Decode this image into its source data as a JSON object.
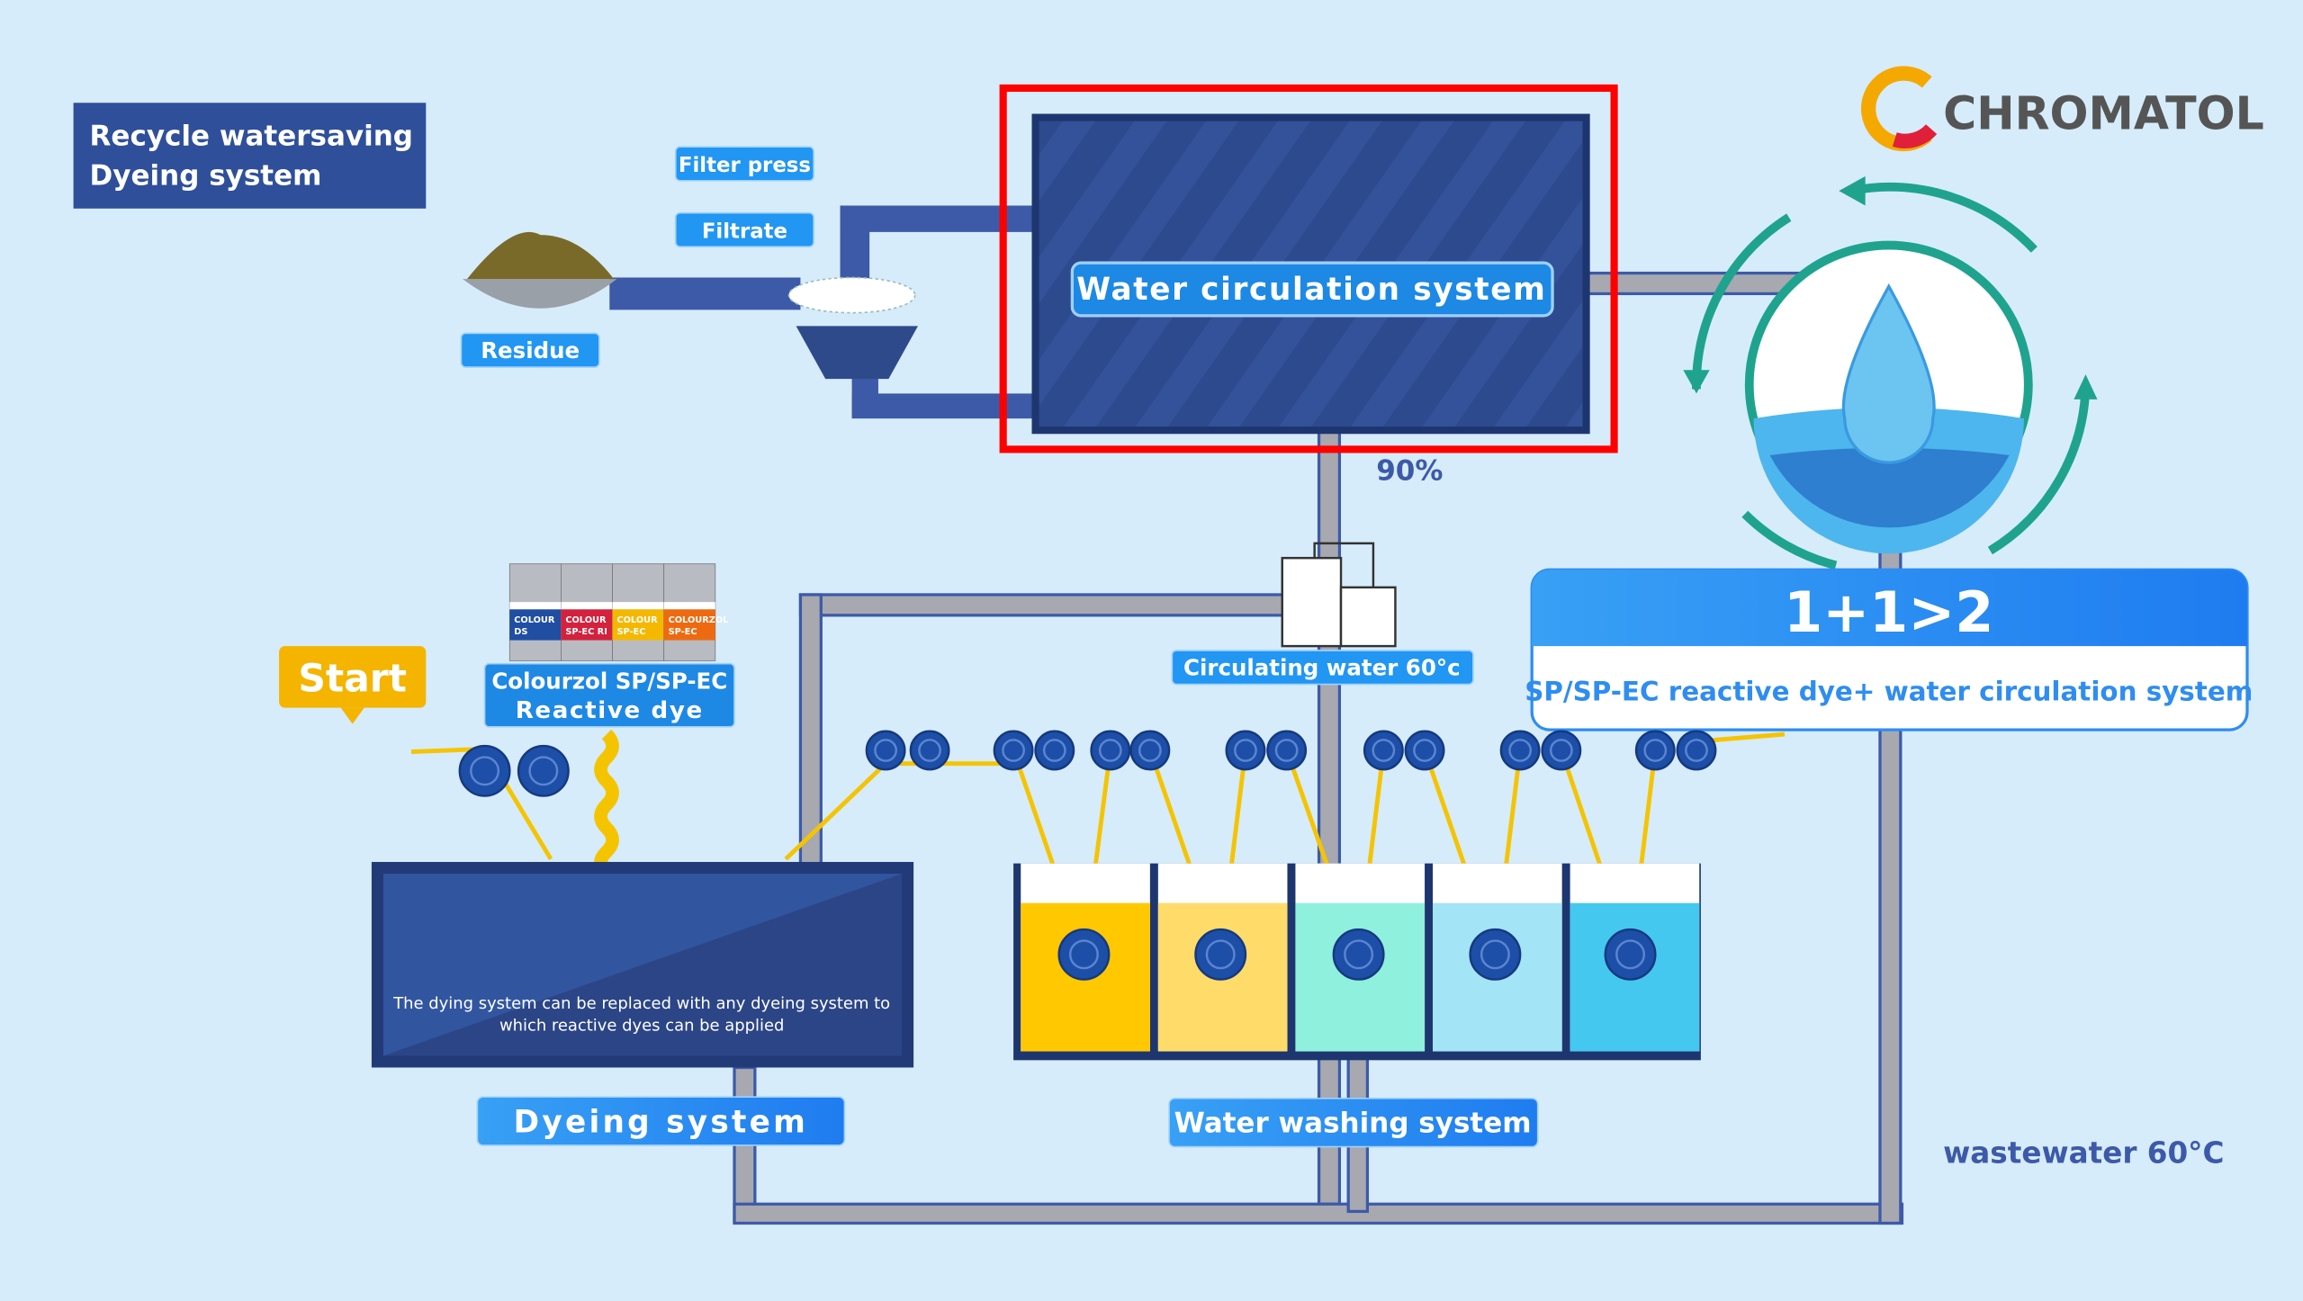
{
  "title": {
    "line1": "Recycle watersaving",
    "line2": "Dyeing system"
  },
  "logo": {
    "text": "CHROMATOL"
  },
  "labels": {
    "filter_press": "Filter press",
    "filtrate": "Filtrate",
    "residue": "Residue",
    "water_circulation": "Water circulation system",
    "percent": "90%",
    "circulating_water": "Circulating water 60°c",
    "start": "Start",
    "dye_line1": "Colourzol SP/SP-EC",
    "dye_line2": "Reactive dye",
    "dyeing_note_line1": "The dying system can be replaced with any dyeing system to",
    "dyeing_note_line2": "which reactive dyes can be applied",
    "dyeing_system": "Dyeing system",
    "washing_system": "Water washing system",
    "wastewater": "wastewater 60°C"
  },
  "synergy": {
    "headline": "1+1>2",
    "subtitle": "SP/SP-EC reactive dye+ water circulation system"
  },
  "dye_cans": [
    {
      "brand": "COLOUR",
      "name": "DS",
      "color": "#1f4ea3"
    },
    {
      "brand": "COLOUR",
      "name": "SP-EC RI",
      "color": "#d4213d"
    },
    {
      "brand": "COLOUR",
      "name": "SP-EC",
      "color": "#f5b800"
    },
    {
      "brand": "COLOURZOL",
      "name": "SP-EC",
      "color": "#ee6a10"
    }
  ],
  "wash_tank_colors": [
    "#ffc800",
    "#ffdc6a",
    "#8ff0dd",
    "#a3e4f7",
    "#45c8ef"
  ],
  "colors": {
    "highlight": "#ff0000",
    "accent": "#1e88e5",
    "teal": "#1fa38f",
    "navy": "#2e4a8e"
  }
}
